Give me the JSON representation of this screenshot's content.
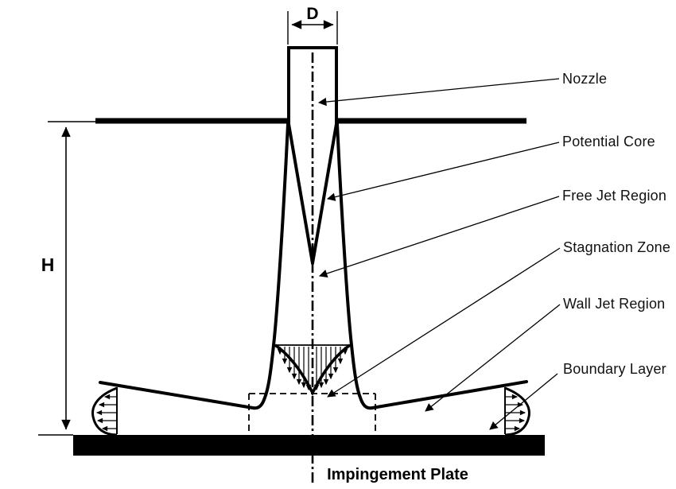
{
  "colors": {
    "ink": "#000000",
    "background": "#ffffff"
  },
  "dimension_labels": {
    "diameter": "D",
    "height": "H"
  },
  "callouts": [
    {
      "id": "nozzle",
      "label": "Nozzle"
    },
    {
      "id": "potential-core",
      "label": "Potential Core"
    },
    {
      "id": "free-jet-region",
      "label": "Free Jet Region"
    },
    {
      "id": "stagnation-zone",
      "label": "Stagnation Zone"
    },
    {
      "id": "wall-jet-region",
      "label": "Wall Jet Region"
    },
    {
      "id": "boundary-layer",
      "label": "Boundary Layer"
    }
  ],
  "plate_label": "Impingement Plate"
}
